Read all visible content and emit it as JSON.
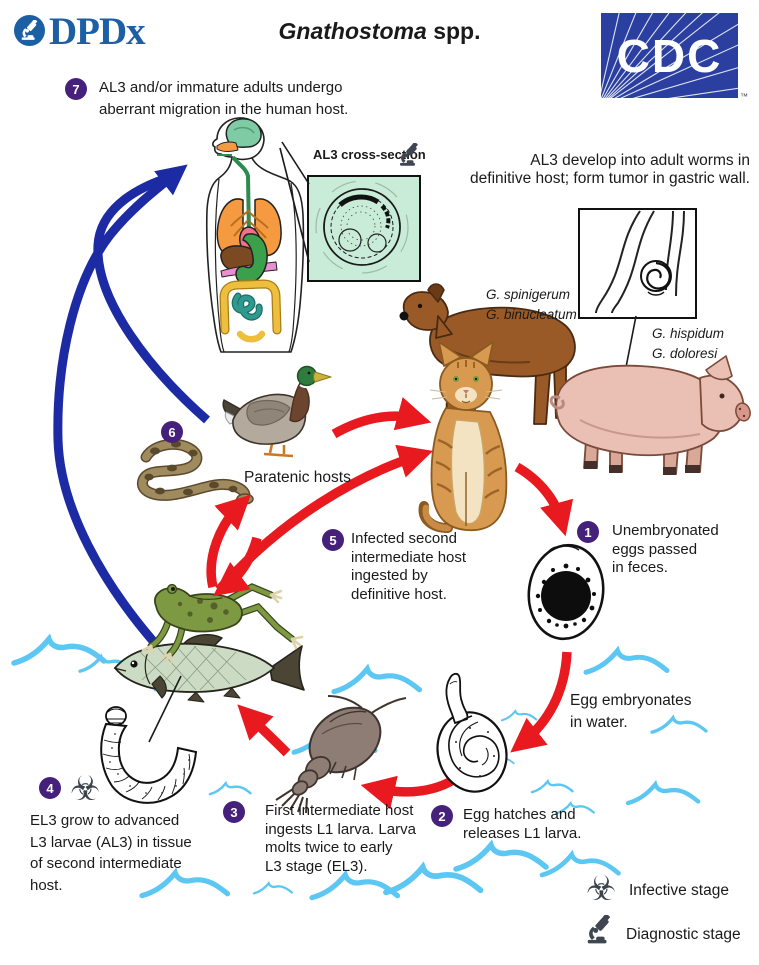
{
  "header": {
    "dpdx_logo_text": "DPDx",
    "title_italic": "Gnathostoma",
    "title_suffix": "spp.",
    "cdc_logo_text": "CDC",
    "cdc_trademark": "™"
  },
  "steps": [
    {
      "num": "1",
      "lines": [
        "Unembryonated",
        "eggs passed",
        "in feces."
      ]
    },
    {
      "num": "2",
      "lines": [
        "Egg hatches and",
        "releases L1 larva."
      ]
    },
    {
      "num": "3",
      "lines": [
        "First intermediate host",
        "ingests L1 larva. Larva",
        "molts twice to early",
        "L3 stage (EL3)."
      ]
    },
    {
      "num": "4",
      "lines": [
        "EL3 grow to advanced",
        "L3 larvae (AL3) in tissue",
        "of second intermediate",
        "host."
      ]
    },
    {
      "num": "5",
      "lines": [
        "Infected second",
        "intermediate host",
        "ingested by",
        "definitive host."
      ]
    },
    {
      "num": "6",
      "lines": []
    },
    {
      "num": "7",
      "lines": [
        "AL3 and/or immature adults undergo",
        "aberrant migration in the human host."
      ]
    }
  ],
  "labels": {
    "al3_cross_section": "AL3 cross-section",
    "adult_worms_lines": [
      "AL3 develop into adult worms in",
      "definitive host; form tumor in gastric wall."
    ],
    "dog_species_lines": [
      "G. spinigerum",
      "G. binucleatum"
    ],
    "pig_species_lines": [
      "G. hispidum",
      "G. doloresi"
    ],
    "paratenic_hosts": "Paratenic hosts",
    "egg_embryonates_lines": [
      "Egg embryonates",
      "in water."
    ]
  },
  "legend": {
    "infective_label": "Infective stage",
    "diagnostic_label": "Diagnostic stage"
  },
  "icons": {
    "biohazard_glyph": "☣",
    "infective_icon": "biohazard-icon",
    "diagnostic_icon": "microscope-icon"
  },
  "colors": {
    "step_circle_purple": "#45217c",
    "arrow_red": "#e8191f",
    "arrow_blue": "#1c2aa3",
    "wave_blue": "#5bc7f2",
    "cross_section_bg": "#c9ecd9",
    "dpdx_blue": "#1d5fa5",
    "cdc_blue": "#2a3f9f"
  }
}
